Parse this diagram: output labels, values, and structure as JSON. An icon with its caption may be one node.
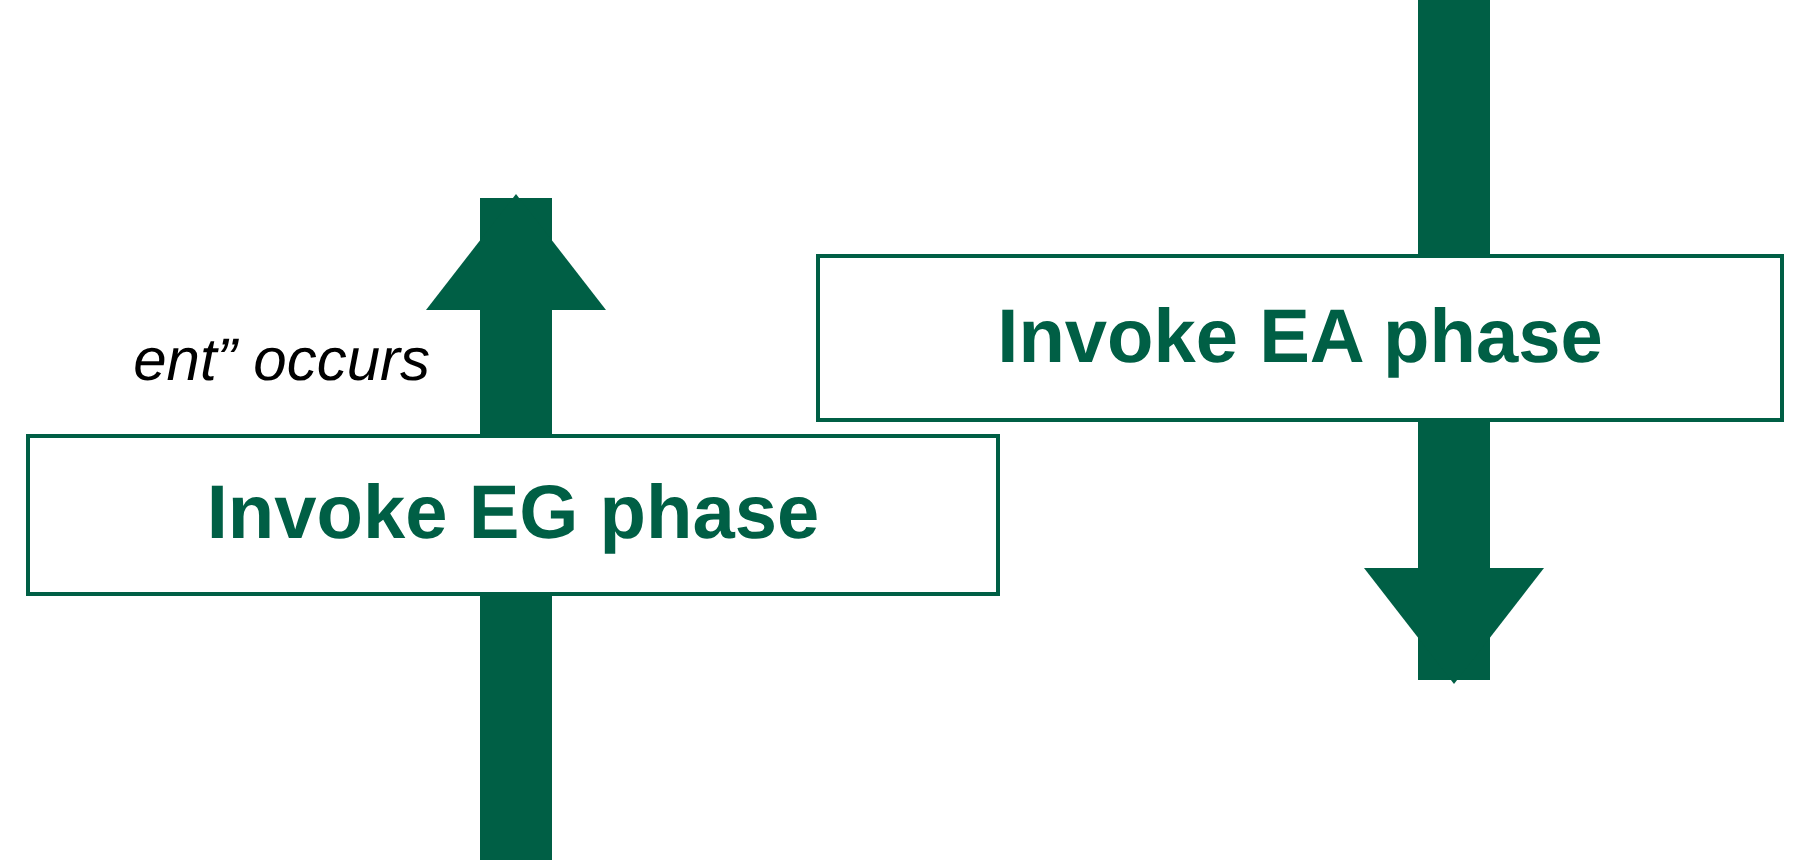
{
  "diagram": {
    "nodes": [
      {
        "text": [
          "Invoke EG phase"
        ]
      },
      {
        "text": [
          "Invoke EA phase"
        ]
      }
    ],
    "edges": [
      {
        "from": null,
        "to": 0,
        "arrow": "none"
      },
      {
        "from": 0,
        "to": null,
        "arrow": "to"
      },
      {
        "from": null,
        "to": 1,
        "arrow": "none"
      },
      {
        "from": 1,
        "to": null,
        "arrow": "to"
      }
    ],
    "labels": [
      "ent” occurs"
    ]
  }
}
